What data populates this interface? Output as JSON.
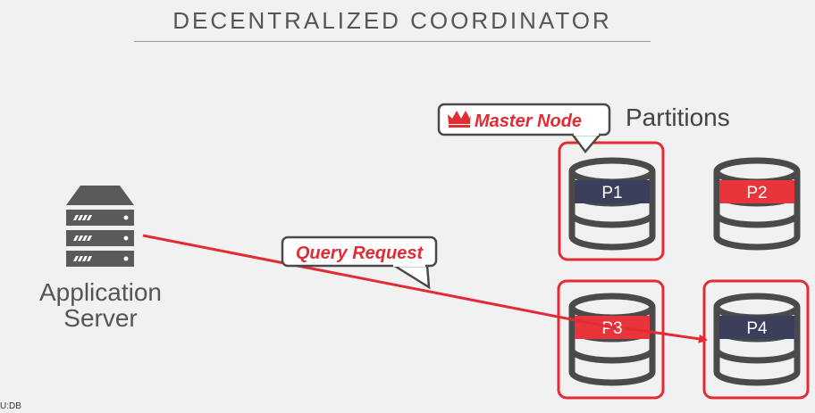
{
  "title": "DECENTRALIZED COORDINATOR",
  "app_server": {
    "label_line1": "Application",
    "label_line2": "Server"
  },
  "partitions_label": "Partitions",
  "master_node": {
    "label": "Master Node",
    "icon": "crown-icon"
  },
  "query_request": {
    "label": "Query Request"
  },
  "partitions": [
    {
      "id": "P1",
      "label": "P1",
      "color": "#3b3f5c",
      "highlighted": true
    },
    {
      "id": "P2",
      "label": "P2",
      "color": "#e8343b",
      "highlighted": false
    },
    {
      "id": "P3",
      "label": "P3",
      "color": "#e8343b",
      "highlighted": true
    },
    {
      "id": "P4",
      "label": "P4",
      "color": "#3b3f5c",
      "highlighted": true
    }
  ],
  "footer": "U:DB",
  "colors": {
    "accent": "#e32b34",
    "db_stroke": "#4a4a4a",
    "server": "#555555"
  }
}
